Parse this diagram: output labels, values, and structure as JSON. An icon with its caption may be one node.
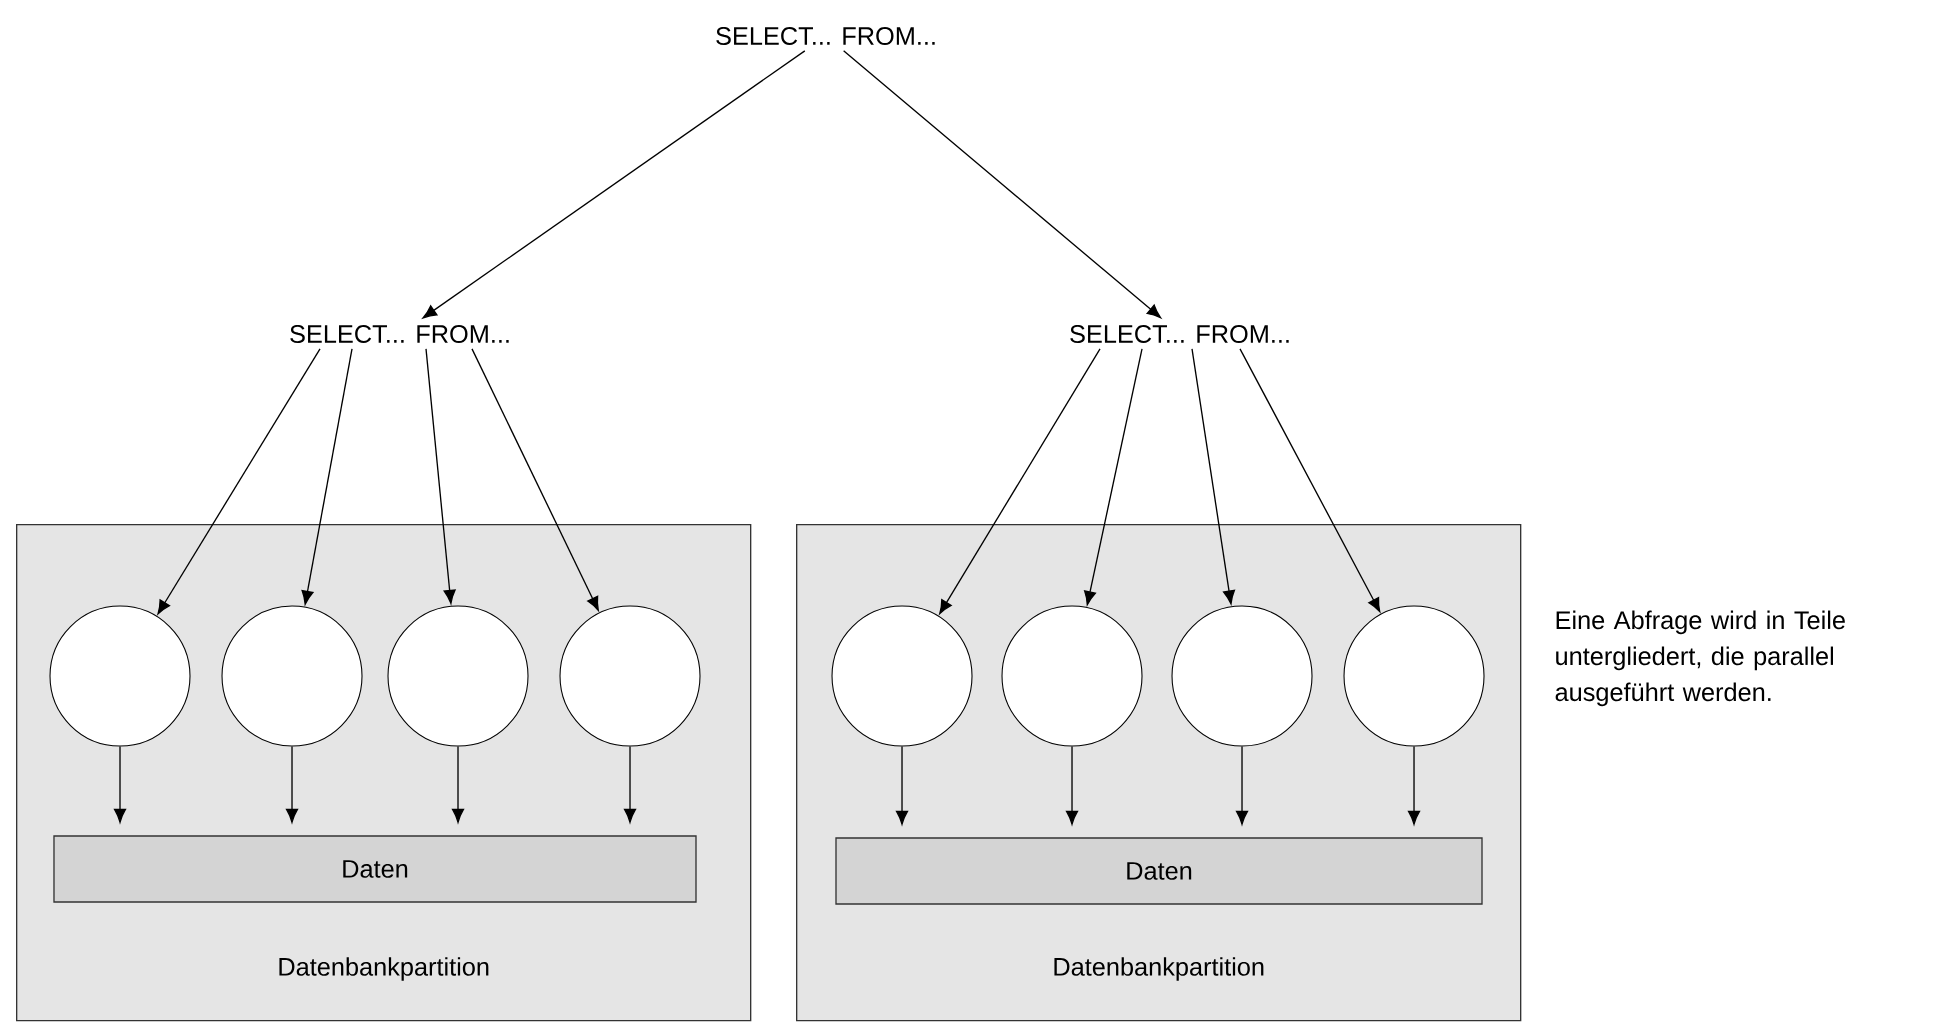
{
  "diagram": {
    "nodes": [
      {
        "text": [
          "SELECT... FROM..."
        ]
      },
      {
        "text": [
          "SELECT... FROM..."
        ]
      },
      {
        "text": [
          "SELECT... FROM..."
        ]
      },
      {
        "text": [
          "Datenbankpartition"
        ]
      },
      {
        "text": [],
        "shape": "circle",
        "in": 3
      },
      {
        "text": [],
        "shape": "circle",
        "in": 3
      },
      {
        "text": [],
        "shape": "circle",
        "in": 3
      },
      {
        "text": [],
        "shape": "circle",
        "in": 3
      },
      {
        "text": [
          "Daten"
        ],
        "in": 3
      },
      {
        "text": [
          "Datenbankpartition"
        ]
      },
      {
        "text": [],
        "shape": "circle",
        "in": 9
      },
      {
        "text": [],
        "shape": "circle",
        "in": 9
      },
      {
        "text": [],
        "shape": "circle",
        "in": 9
      },
      {
        "text": [],
        "shape": "circle",
        "in": 9
      },
      {
        "text": [
          "Daten"
        ],
        "in": 9
      }
    ],
    "edges": [
      {
        "from": 0,
        "to": 1,
        "arrow": "to"
      },
      {
        "from": 0,
        "to": 2,
        "arrow": "to"
      },
      {
        "from": 1,
        "to": 4,
        "arrow": "to"
      },
      {
        "from": 1,
        "to": 5,
        "arrow": "to"
      },
      {
        "from": 1,
        "to": 6,
        "arrow": "to"
      },
      {
        "from": 1,
        "to": 7,
        "arrow": "to"
      },
      {
        "from": 2,
        "to": 10,
        "arrow": "to"
      },
      {
        "from": 2,
        "to": 11,
        "arrow": "to"
      },
      {
        "from": 2,
        "to": 12,
        "arrow": "to"
      },
      {
        "from": 2,
        "to": 13,
        "arrow": "to"
      },
      {
        "from": 4,
        "to": 8,
        "arrow": "to"
      },
      {
        "from": 5,
        "to": 8,
        "arrow": "to"
      },
      {
        "from": 6,
        "to": 8,
        "arrow": "to"
      },
      {
        "from": 7,
        "to": 8,
        "arrow": "to"
      },
      {
        "from": 10,
        "to": 14,
        "arrow": "to"
      },
      {
        "from": 11,
        "to": 14,
        "arrow": "to"
      },
      {
        "from": 12,
        "to": 14,
        "arrow": "to"
      },
      {
        "from": 13,
        "to": 14,
        "arrow": "to"
      }
    ],
    "labels": [
      "Eine Abfrage wird in Teile untergliedert, die parallel ausgeführt werden."
    ]
  }
}
